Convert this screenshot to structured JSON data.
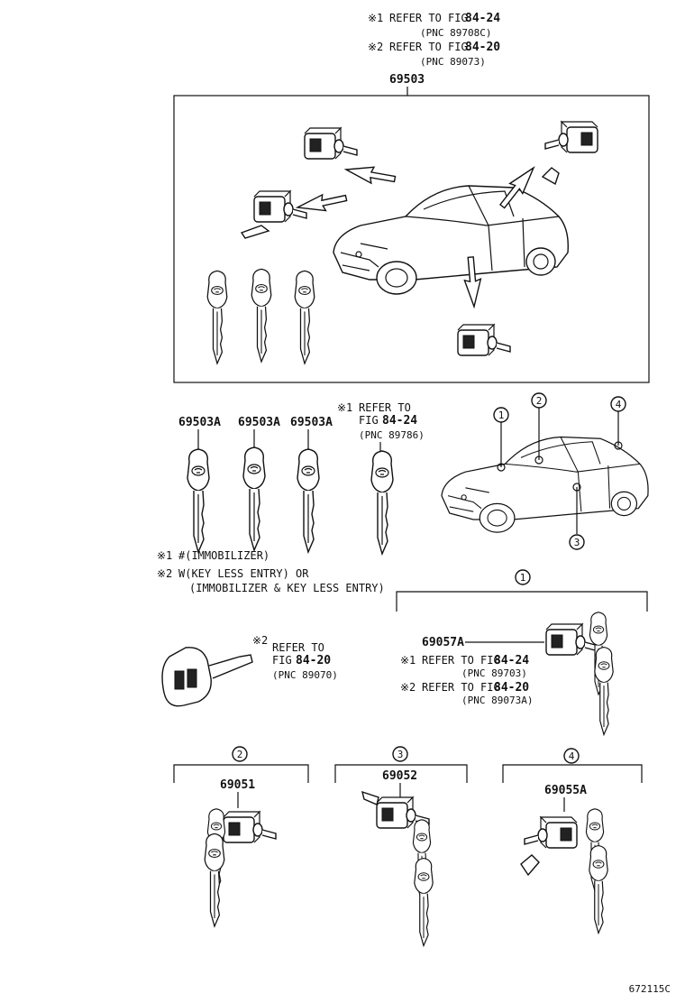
{
  "top_refs": {
    "ref1": {
      "mark": "※1",
      "text": "REFER TO FIG",
      "fig": "84-24",
      "pnc": "(PNC 89708C)"
    },
    "ref2": {
      "mark": "※2",
      "text": "REFER TO FIG",
      "fig": "84-20",
      "pnc": "(PNC 89073)"
    },
    "assembly_part": "69503"
  },
  "keys_row": {
    "parts": [
      "69503A",
      "69503A",
      "69503A"
    ],
    "ref": {
      "mark": "※1",
      "line1": "REFER TO",
      "line2": "FIG",
      "fig": "84-24",
      "pnc": "(PNC 89786)"
    }
  },
  "callouts": [
    "1",
    "2",
    "3",
    "4"
  ],
  "notes": {
    "n1": {
      "mark": "※1",
      "text": "#(IMMOBILIZER)"
    },
    "n2": {
      "mark": "※2",
      "line1": "W(KEY LESS ENTRY) OR",
      "line2": "(IMMOBILIZER & KEY LESS ENTRY)"
    }
  },
  "remote_key_ref": {
    "mark": "※2",
    "line1": "REFER TO",
    "line2": "FIG",
    "fig": "84-20",
    "pnc": "(PNC 89070)"
  },
  "group1": {
    "num": "1",
    "part": "69057A",
    "ref1": {
      "mark": "※1",
      "text": "REFER TO FIG",
      "fig": "84-24",
      "pnc": "(PNC 89703)"
    },
    "ref2": {
      "mark": "※2",
      "text": "REFER TO FIG",
      "fig": "84-20",
      "pnc": "(PNC 89073A)"
    }
  },
  "group2": {
    "num": "2",
    "part": "69051"
  },
  "group3": {
    "num": "3",
    "part": "69052"
  },
  "group4": {
    "num": "4",
    "part": "69055A"
  },
  "figure_code": "672115C"
}
